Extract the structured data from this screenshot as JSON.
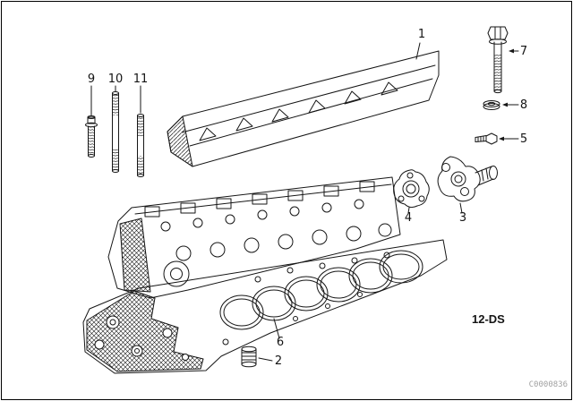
{
  "diagram": {
    "callouts": [
      "1",
      "2",
      "3",
      "4",
      "5",
      "6",
      "7",
      "8",
      "9",
      "10",
      "11"
    ],
    "section_code": "12-DS",
    "watermark": "C0000836",
    "line_color": "#161616",
    "background": "#ffffff"
  }
}
